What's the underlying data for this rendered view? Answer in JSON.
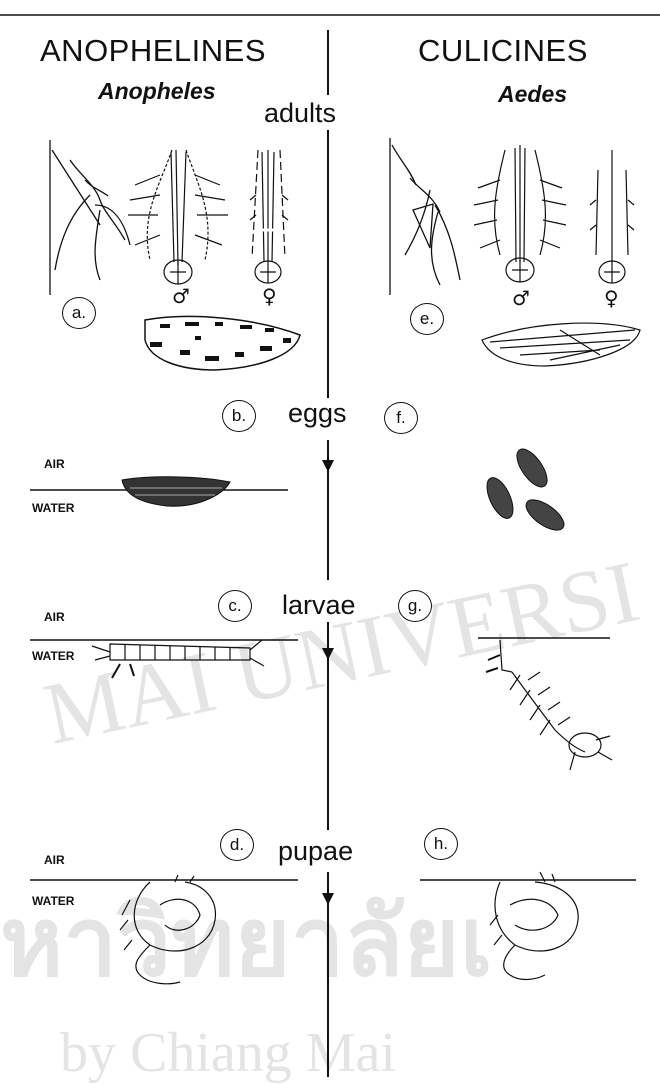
{
  "columns": {
    "left": {
      "title": "ANOPHELINES",
      "genus": "Anopheles"
    },
    "right": {
      "title": "CULICINES",
      "genus": "Aedes"
    }
  },
  "stages": {
    "adults": "adults",
    "eggs": "eggs",
    "larvae": "larvae",
    "pupae": "pupae"
  },
  "markers": {
    "a": "a.",
    "b": "b.",
    "c": "c.",
    "d": "d.",
    "e": "e.",
    "f": "f.",
    "g": "g.",
    "h": "h."
  },
  "sex_symbols": {
    "male": "♂",
    "female": "♀"
  },
  "medium_labels": {
    "air": "AIR",
    "water": "WATER"
  },
  "watermark": {
    "line1": "MAI UNIVERSI",
    "line2": "หาวิทยาลัยเ",
    "line3": "by Chiang Mai"
  }
}
